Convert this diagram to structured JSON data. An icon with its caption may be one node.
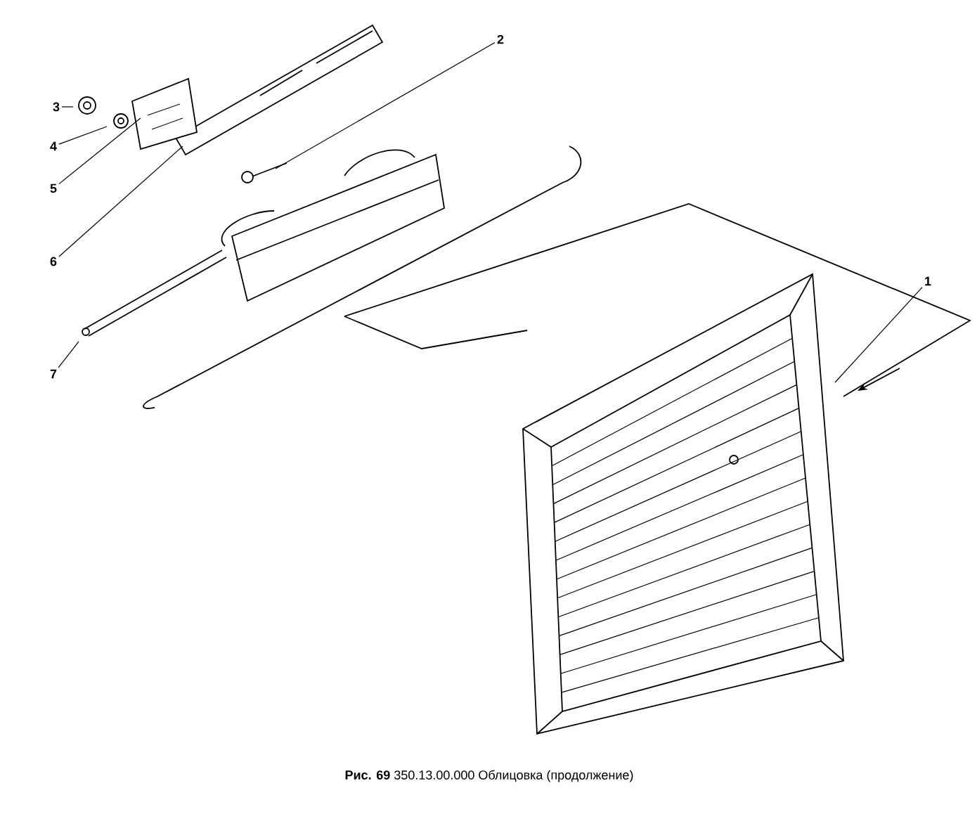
{
  "diagram": {
    "caption": "**Рис. 69** 350.13.00.000 Облицовка (продолжение)",
    "nodes": [
      {
        "text": [
          "1"
        ]
      },
      {
        "text": [
          "2"
        ]
      },
      {
        "text": [
          "3"
        ]
      },
      {
        "text": [
          "4"
        ]
      },
      {
        "text": [
          "5"
        ]
      },
      {
        "text": [
          "6"
        ]
      },
      {
        "text": [
          "7"
        ]
      }
    ],
    "edges": [
      {
        "from": 0,
        "to": null,
        "arrow": "none"
      },
      {
        "from": 1,
        "to": null,
        "arrow": "none"
      },
      {
        "from": 2,
        "to": null,
        "arrow": "none"
      },
      {
        "from": 3,
        "to": null,
        "arrow": "none"
      },
      {
        "from": 4,
        "to": null,
        "arrow": "none"
      },
      {
        "from": 5,
        "to": null,
        "arrow": "none"
      },
      {
        "from": 6,
        "to": null,
        "arrow": "none"
      }
    ]
  }
}
